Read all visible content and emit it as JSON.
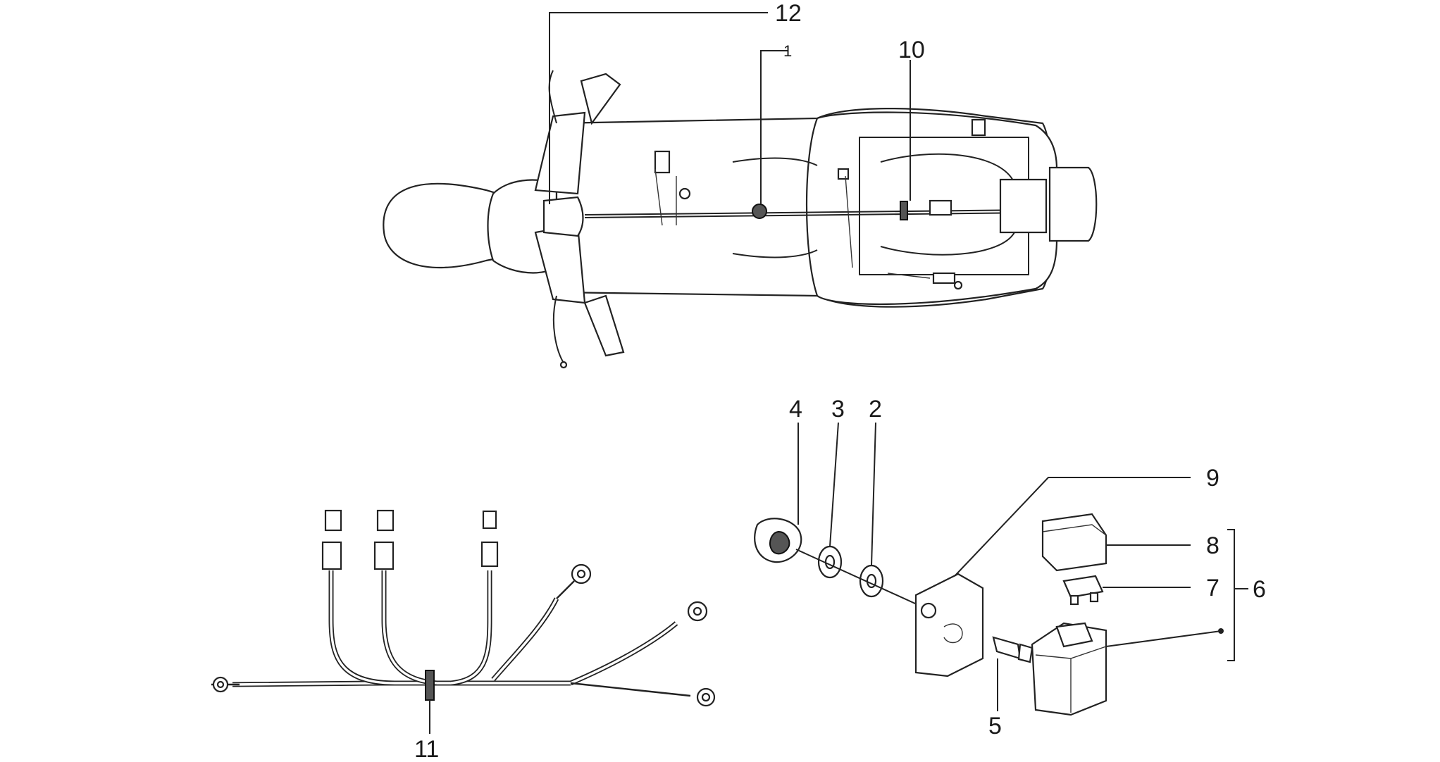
{
  "callouts": [
    {
      "id": "12",
      "label": "12"
    },
    {
      "id": "1",
      "label": "1"
    },
    {
      "id": "10",
      "label": "10"
    },
    {
      "id": "4",
      "label": "4"
    },
    {
      "id": "3",
      "label": "3"
    },
    {
      "id": "2",
      "label": "2"
    },
    {
      "id": "9",
      "label": "9"
    },
    {
      "id": "8",
      "label": "8"
    },
    {
      "id": "7",
      "label": "7"
    },
    {
      "id": "6",
      "label": "6"
    },
    {
      "id": "5",
      "label": "5"
    },
    {
      "id": "11",
      "label": "11"
    }
  ]
}
